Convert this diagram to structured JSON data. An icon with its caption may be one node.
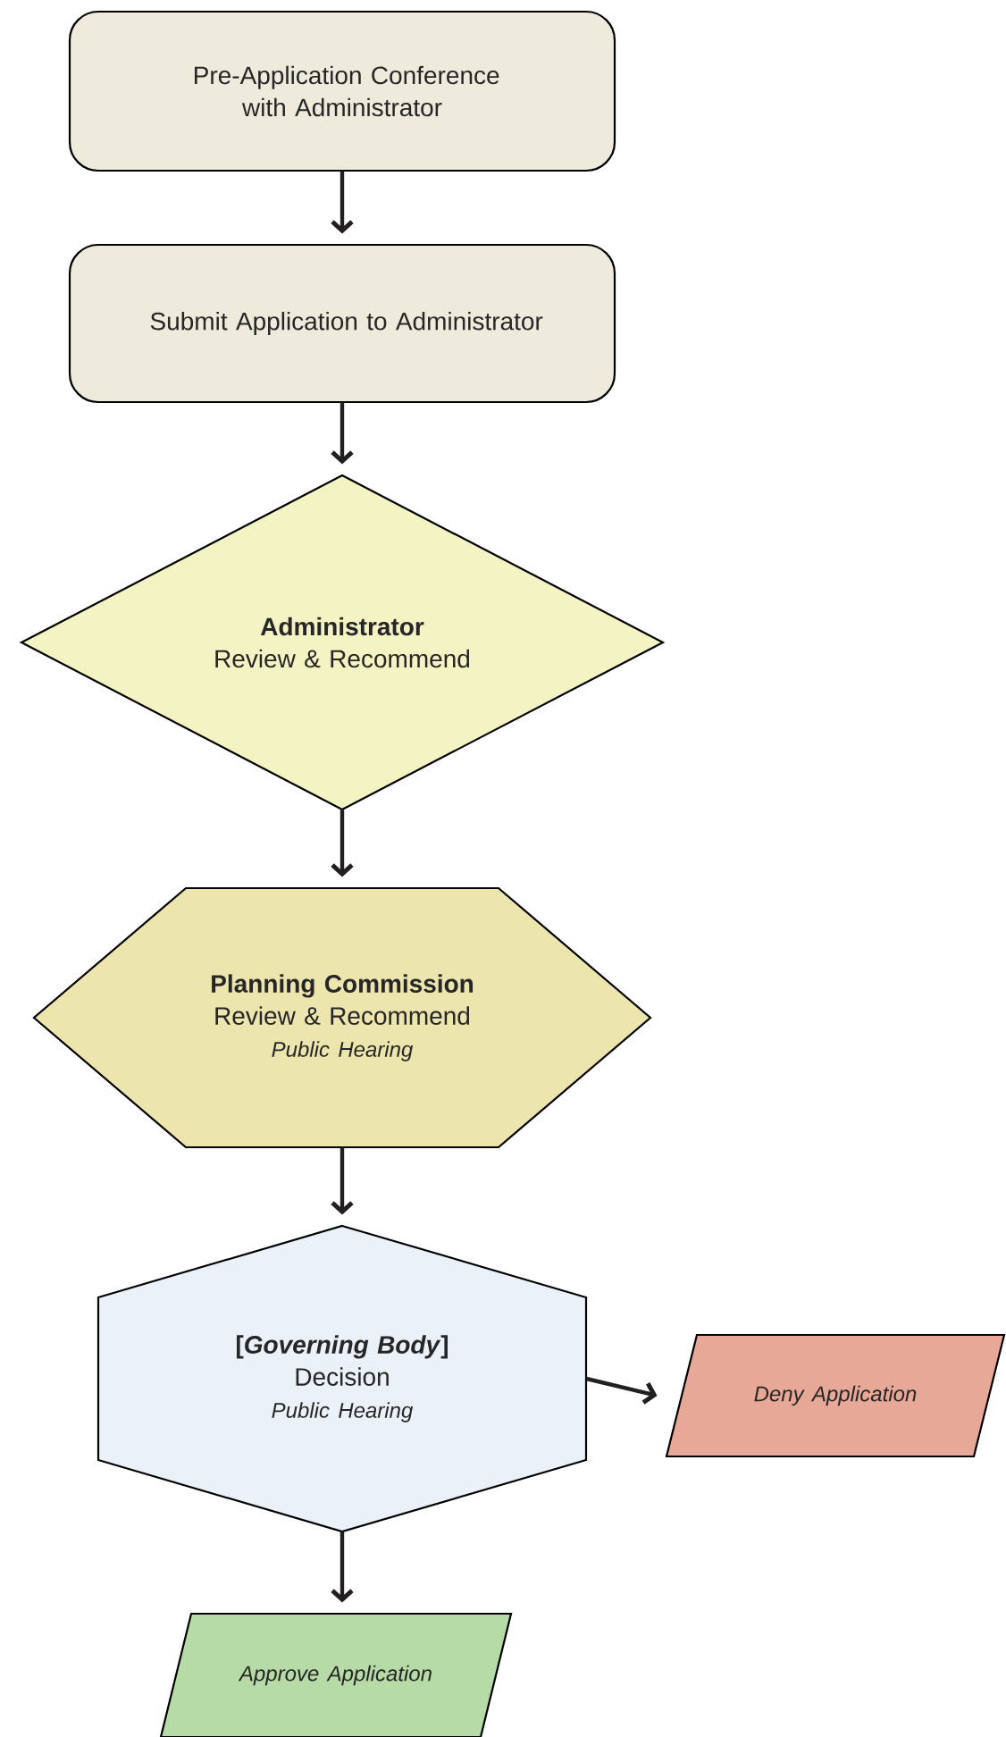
{
  "diagram": {
    "nodes": [
      {
        "text": [
          "Pre-Application Conference with Administrator"
        ]
      },
      {
        "text": [
          "Submit Application to Administrator"
        ]
      },
      {
        "text": [
          "Administrator",
          "Review & Recommend"
        ]
      },
      {
        "text": [
          "Planning Commission",
          "Review & Recommend",
          "Public Hearing"
        ]
      },
      {
        "text": [
          "[*Governing Body*]",
          "Decision",
          "Public Hearing"
        ]
      },
      {
        "text": [
          "Deny Application"
        ]
      },
      {
        "text": [
          "Approve Application"
        ]
      }
    ],
    "edges": [
      {
        "from": 0,
        "to": 1,
        "arrow": "to"
      },
      {
        "from": 1,
        "to": 2,
        "arrow": "to"
      },
      {
        "from": 2,
        "to": 3,
        "arrow": "to"
      },
      {
        "from": 3,
        "to": 4,
        "arrow": "to"
      },
      {
        "from": 4,
        "to": 5,
        "arrow": "to"
      },
      {
        "from": 4,
        "to": 6,
        "arrow": "to"
      }
    ]
  }
}
